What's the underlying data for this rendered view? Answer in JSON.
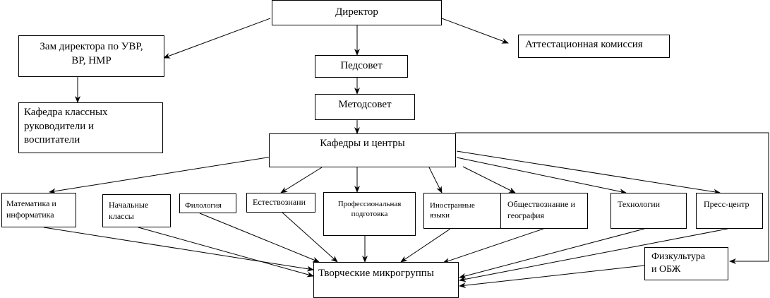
{
  "nodes": {
    "director": "Директор",
    "deputy": "Зам директора по УВР,\nВР, НМР",
    "attestation": "Аттестационная комиссия",
    "pedsovet": "Педсовет",
    "metodsovet": "Методсовет",
    "class_teachers": "Кафедра классных\nруководители и\nвоспитатели",
    "departments": "Кафедры и центры",
    "math": "Математика и\nинформатика",
    "primary": "Начальные\nклассы",
    "philology": "Филология",
    "science": "Естествознани",
    "vocational": "Профессиональная\nподготовка",
    "languages": "Иностранные\nязыки",
    "social": "Обществознание и\nгеография",
    "technology": "Технологии",
    "press": "Пресс-центр",
    "pe": "Физкультура\nи ОБЖ",
    "creative": "Творческие микрогруппы"
  }
}
